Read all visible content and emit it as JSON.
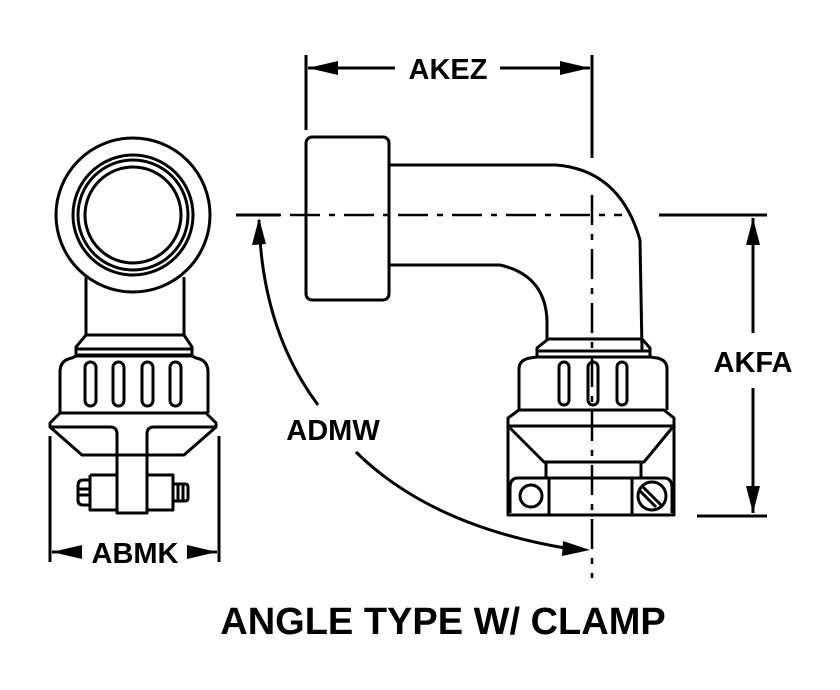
{
  "drawing": {
    "title": "ANGLE TYPE W/ CLAMP",
    "dimensions": {
      "width_top": "AKEZ",
      "height_right": "AKFA",
      "angle": "ADMW",
      "width_bottom": "ABMK"
    },
    "colors": {
      "line": "#000000",
      "background": "#ffffff"
    }
  }
}
